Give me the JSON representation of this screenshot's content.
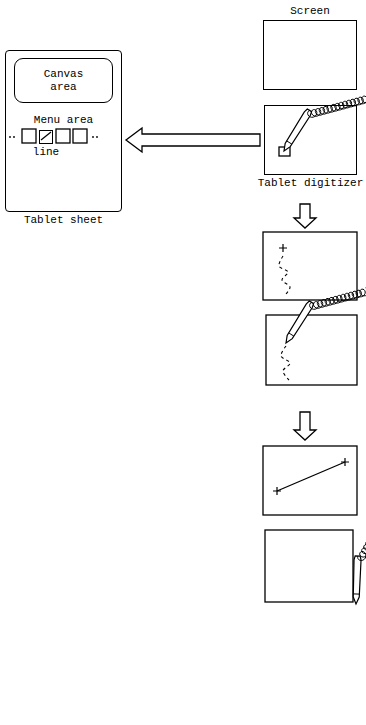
{
  "diagram": {
    "nodes": [
      {
        "text": [
          "Screen"
        ]
      },
      {
        "text": [
          "Tablet digitizer"
        ]
      },
      {
        "text": [
          "Menu area",
          "Tablet sheet"
        ]
      },
      {
        "text": [
          "Canvas area"
        ],
        "in": 2
      },
      {
        "text": [
          "line"
        ],
        "in": 2
      }
    ],
    "edges": [
      {
        "from": 1,
        "to": 2,
        "arrow": "to"
      }
    ]
  }
}
